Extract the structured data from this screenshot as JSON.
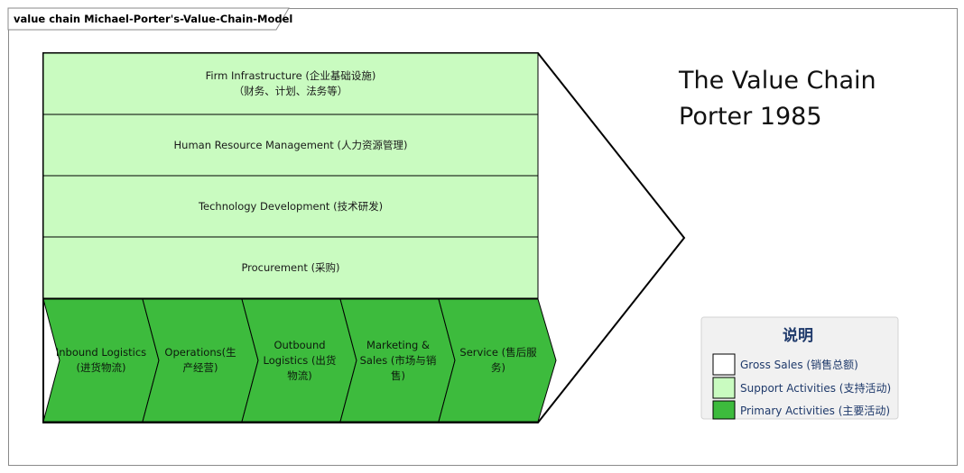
{
  "diagram": {
    "tab_title": "value chain Michael-Porter's-Value-Chain-Model",
    "title_lines": [
      "The Value Chain",
      "Porter 1985"
    ],
    "support_activities": [
      {
        "lines": [
          "Firm Infrastructure (企业基础设施)",
          "（财务、计划、法务等）"
        ]
      },
      {
        "lines": [
          "Human Resource Management (人力资源管理)"
        ]
      },
      {
        "lines": [
          "Technology Development (技术研发)"
        ]
      },
      {
        "lines": [
          "Procurement (采购)"
        ]
      }
    ],
    "primary_activities": [
      {
        "lines": [
          "Inbound Logistics",
          "(进货物流)"
        ]
      },
      {
        "lines": [
          "Operations(生",
          "产经营)"
        ]
      },
      {
        "lines": [
          "Outbound",
          "Logistics (出货",
          "物流)"
        ]
      },
      {
        "lines": [
          "Marketing &",
          "Sales (市场与销",
          "售)"
        ]
      },
      {
        "lines": [
          "Service (售后服",
          "务)"
        ]
      }
    ],
    "legend": {
      "title": "说明",
      "items": [
        {
          "label": "Gross Sales (销售总额)",
          "color": "#ffffff"
        },
        {
          "label": "Support Activities (支持活动)",
          "color": "#c9fbc0"
        },
        {
          "label": "Primary Activities (主要活动)",
          "color": "#3dbb3d"
        }
      ]
    },
    "colors": {
      "support_fill": "#c9fbc0",
      "primary_fill": "#3dbb3d",
      "stroke": "#000000",
      "legend_bg": "#f1f1f1",
      "legend_text": "#1f3a6b"
    }
  }
}
